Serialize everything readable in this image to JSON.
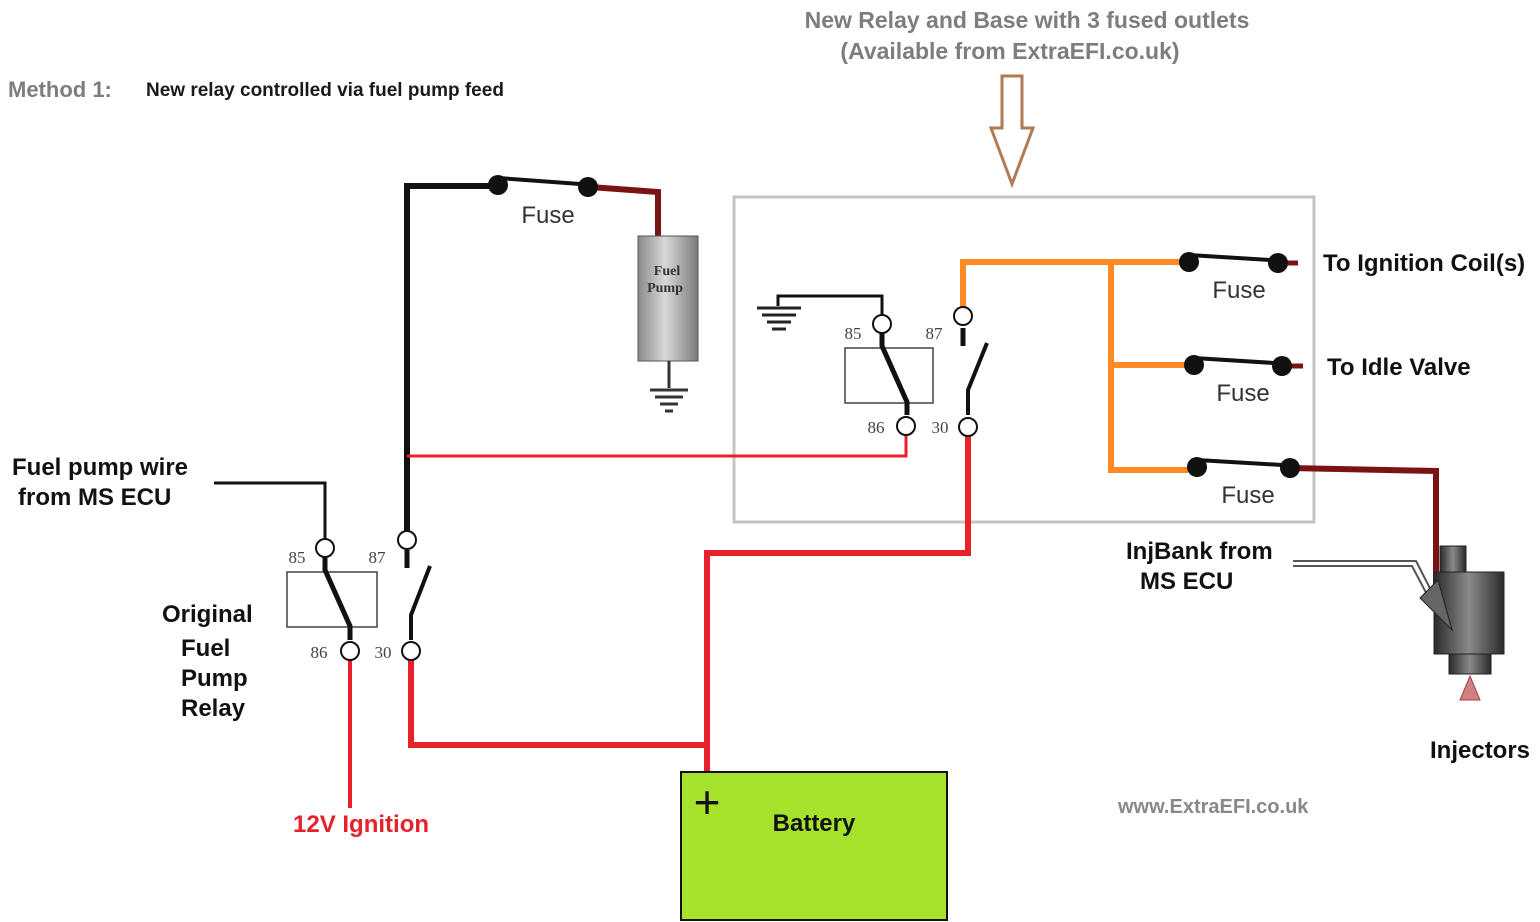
{
  "header": {
    "method_label": "Method 1:",
    "method_desc": "New relay controlled via fuel pump feed",
    "new_relay_line1": "New Relay and Base with 3 fused outlets",
    "new_relay_line2": "(Available from ExtraEFI.co.uk)"
  },
  "fuel_pump": {
    "line1": "Fuel",
    "line2": "Pump"
  },
  "fuse_label": "Fuse",
  "pins": {
    "p85": "85",
    "p86": "86",
    "p87": "87",
    "p30": "30"
  },
  "labels": {
    "ignition_coil": "To Ignition Coil(s)",
    "idle_valve": "To Idle Valve",
    "fuel_pump_wire_1": "Fuel pump wire",
    "fuel_pump_wire_2": "from MS ECU",
    "orig_relay": [
      "Original",
      "Fuel",
      "Pump",
      "Relay"
    ],
    "ignition_12v": "12V Ignition",
    "battery": "Battery",
    "battery_plus": "+",
    "injbank_1": "InjBank from",
    "injbank_2": "MS ECU",
    "injectors": "Injectors",
    "website": "www.ExtraEFI.co.uk"
  },
  "colors": {
    "wire_black": "#111111",
    "wire_red": "#e8202a",
    "wire_orange": "#ff8a24",
    "wire_maroon": "#7a1414",
    "battery_fill": "#a6e22c",
    "box_border": "#c4c4c4",
    "arrow": "#b07a55",
    "header_grey": "#7d7d7d"
  }
}
